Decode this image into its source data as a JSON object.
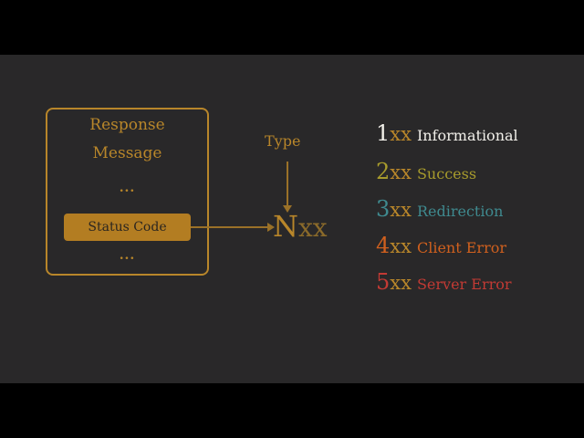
{
  "diagram": {
    "message_box": {
      "title_line1": "Response",
      "title_line2": "Message",
      "ellipsis_top": "...",
      "status_field": "Status Code",
      "ellipsis_bottom": "..."
    },
    "type_label": "Type",
    "code_pattern": {
      "lead": "N",
      "rest": "xx"
    },
    "classes": [
      {
        "digit": "1",
        "suffix": "xx",
        "label": "Informational",
        "color": "#f2f0ea"
      },
      {
        "digit": "2",
        "suffix": "xx",
        "label": "Success",
        "color": "#a79b2c"
      },
      {
        "digit": "3",
        "suffix": "xx",
        "label": "Redirection",
        "color": "#3f8a8f"
      },
      {
        "digit": "4",
        "suffix": "xx",
        "label": "Client Error",
        "color": "#d0601e"
      },
      {
        "digit": "5",
        "suffix": "xx",
        "label": "Server Error",
        "color": "#c23a34"
      }
    ],
    "colors": {
      "accent": "#b8862a",
      "background": "#292829",
      "letterbox": "#000000"
    }
  }
}
